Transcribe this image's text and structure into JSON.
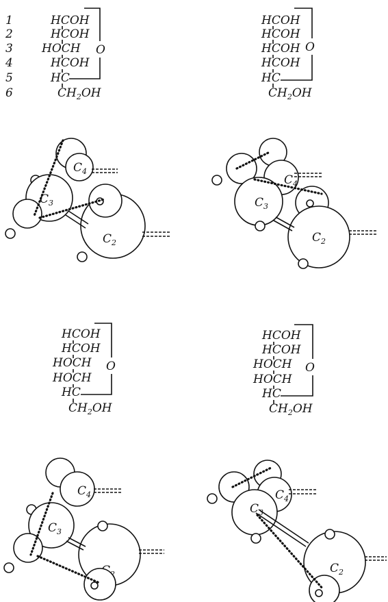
{
  "numbers": [
    "1",
    "2",
    "3",
    "4",
    "5",
    "6"
  ],
  "formulas": [
    {
      "rows": [
        {
          "pre": "H",
          "mid": "C",
          "post": "OH"
        },
        {
          "pre": "H",
          "mid": "C",
          "post": "OH"
        },
        {
          "pre": "HO",
          "mid": "C",
          "post": "H"
        },
        {
          "pre": "H",
          "mid": "C",
          "post": "OH"
        },
        {
          "pre": "H",
          "mid": "C",
          "post": ""
        }
      ],
      "last": {
        "a": "CH",
        "sub": "2",
        "b": "OH"
      },
      "ring_label": "O"
    },
    {
      "rows": [
        {
          "pre": "H",
          "mid": "C",
          "post": "OH"
        },
        {
          "pre": "H",
          "mid": "C",
          "post": "OH"
        },
        {
          "pre": "H",
          "mid": "C",
          "post": "OH"
        },
        {
          "pre": "H",
          "mid": "C",
          "post": "OH"
        },
        {
          "pre": "H",
          "mid": "C",
          "post": ""
        }
      ],
      "last": {
        "a": "CH",
        "sub": "2",
        "b": "OH"
      },
      "ring_label": "O"
    },
    {
      "rows": [
        {
          "pre": "H",
          "mid": "C",
          "post": "OH"
        },
        {
          "pre": "H",
          "mid": "C",
          "post": "OH"
        },
        {
          "pre": "HO",
          "mid": "C",
          "post": "H"
        },
        {
          "pre": "HO",
          "mid": "C",
          "post": "H"
        },
        {
          "pre": "H",
          "mid": "C",
          "post": ""
        }
      ],
      "last": {
        "a": "CH",
        "sub": "2",
        "b": "OH"
      },
      "ring_label": "O"
    },
    {
      "rows": [
        {
          "pre": "H",
          "mid": "C",
          "post": "OH"
        },
        {
          "pre": "H",
          "mid": "C",
          "post": "OH"
        },
        {
          "pre": "HO",
          "mid": "C",
          "post": "H"
        },
        {
          "pre": "HO",
          "mid": "C",
          "post": "H"
        },
        {
          "pre": "H",
          "mid": "C",
          "post": ""
        }
      ],
      "last": {
        "a": "CH",
        "sub": "2",
        "b": "OH"
      },
      "ring_label": "O"
    }
  ],
  "models": [
    {
      "c4": {
        "a": "C",
        "sub": "4"
      },
      "c3": {
        "a": "C",
        "sub": "3"
      },
      "c2": {
        "a": "C",
        "sub": "2"
      }
    },
    {
      "c4": {
        "a": "C",
        "sub": "4"
      },
      "c3": {
        "a": "C",
        "sub": "3"
      },
      "c2": {
        "a": "C",
        "sub": "2"
      }
    },
    {
      "c4": {
        "a": "C",
        "sub": "4"
      },
      "c3": {
        "a": "C",
        "sub": "3"
      },
      "c2": {
        "a": "C",
        "sub": "2"
      }
    },
    {
      "c4": {
        "a": "C",
        "sub": "4"
      },
      "c3": {
        "a": "C",
        "sub": "3"
      },
      "c2": {
        "a": "C",
        "sub": "2"
      }
    }
  ]
}
